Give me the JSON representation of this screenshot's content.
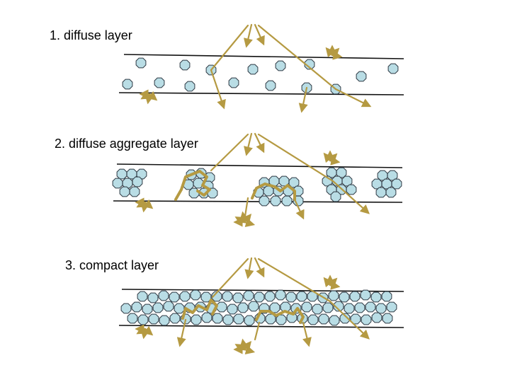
{
  "panels": [
    {
      "label": "1. diffuse layer"
    },
    {
      "label": "2. diffuse aggregate layer"
    },
    {
      "label": "3. compact layer"
    }
  ],
  "colors": {
    "particle_fill": "#b9dde5",
    "particle_stroke": "#2f3a44",
    "ray": "#b59a42",
    "boundary": "#111111"
  }
}
